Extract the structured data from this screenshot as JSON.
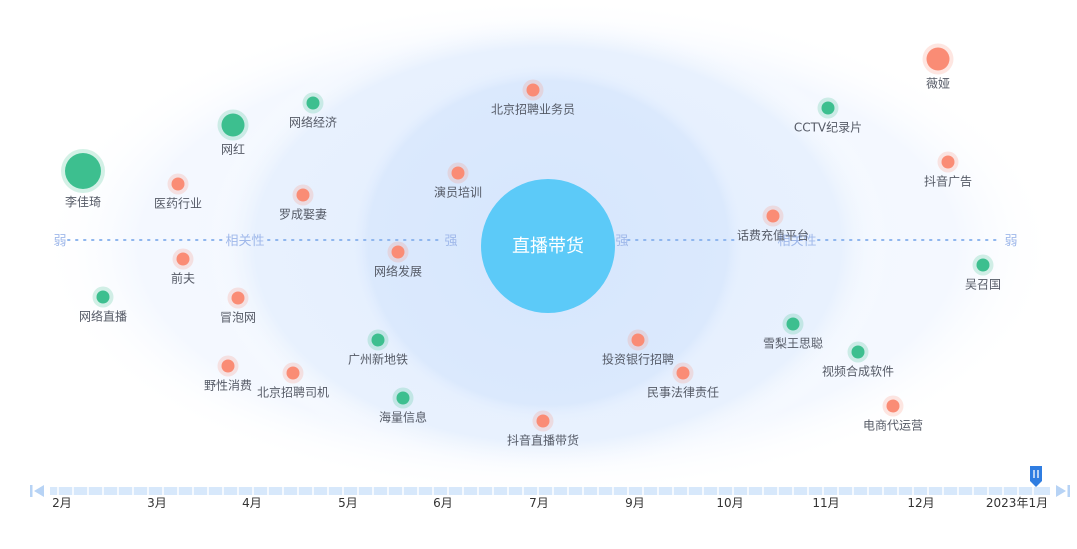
{
  "chart_data": {
    "type": "scatter",
    "center_topic": "直播带货",
    "axis_words": {
      "weak": "弱",
      "strong": "强",
      "relevance": "相关性"
    },
    "colors": {
      "center": "#5ccaf8",
      "green": "#3dbf8f",
      "orange": "#fa8c75",
      "dotted_axis": "#8fb6ee",
      "timeline": "#d7e8fb",
      "thumb": "#2f7de1"
    },
    "timeline": {
      "ticks": [
        "2月",
        "3月",
        "4月",
        "5月",
        "6月",
        "7月",
        "9月",
        "10月",
        "11月",
        "12月",
        "2023年1月"
      ],
      "selected_index": 10
    },
    "keywords": [
      {
        "name": "李佳琦",
        "relevance": -0.93,
        "position": 0.72,
        "size": 3,
        "color": "green"
      },
      {
        "name": "医药行业",
        "relevance": -0.74,
        "position": 0.59,
        "size": 1,
        "color": "orange"
      },
      {
        "name": "网红",
        "relevance": -0.63,
        "position": 1.18,
        "size": 2,
        "color": "green"
      },
      {
        "name": "网络经济",
        "relevance": -0.47,
        "position": 1.4,
        "size": 1,
        "color": "green"
      },
      {
        "name": "罗成娶妻",
        "relevance": -0.49,
        "position": 0.48,
        "size": 1,
        "color": "orange"
      },
      {
        "name": "前夫",
        "relevance": -0.73,
        "position": -0.16,
        "size": 1,
        "color": "orange"
      },
      {
        "name": "网络直播",
        "relevance": -0.89,
        "position": -0.54,
        "size": 1,
        "color": "green"
      },
      {
        "name": "冒泡网",
        "relevance": -0.62,
        "position": -0.55,
        "size": 1,
        "color": "orange"
      },
      {
        "name": "野性消费",
        "relevance": -0.64,
        "position": -1.23,
        "size": 1,
        "color": "orange"
      },
      {
        "name": "北京招聘司机",
        "relevance": -0.51,
        "position": -1.3,
        "size": 1,
        "color": "orange"
      },
      {
        "name": "广州新地铁",
        "relevance": -0.34,
        "position": -0.97,
        "size": 1,
        "color": "green"
      },
      {
        "name": "海量信息",
        "relevance": -0.29,
        "position": -1.55,
        "size": 1,
        "color": "green"
      },
      {
        "name": "网络发展",
        "relevance": -0.3,
        "position": -0.09,
        "size": 1,
        "color": "orange"
      },
      {
        "name": "演员培训",
        "relevance": -0.18,
        "position": 0.7,
        "size": 1,
        "color": "orange"
      },
      {
        "name": "北京招聘业务员",
        "relevance": -0.03,
        "position": 1.53,
        "size": 1,
        "color": "orange"
      },
      {
        "name": "抖音直播带货",
        "relevance": -0.01,
        "position": -1.78,
        "size": 1,
        "color": "orange"
      },
      {
        "name": "投资银行招聘",
        "relevance": 0.18,
        "position": -0.97,
        "size": 1,
        "color": "orange"
      },
      {
        "name": "民事法律责任",
        "relevance": 0.27,
        "position": -1.3,
        "size": 1,
        "color": "orange"
      },
      {
        "name": "话费充值平台",
        "relevance": 0.45,
        "position": 0.27,
        "size": 1,
        "color": "orange"
      },
      {
        "name": "CCTV纪录片",
        "relevance": 0.56,
        "position": 1.35,
        "size": 1,
        "color": "green"
      },
      {
        "name": "雪梨王思聪",
        "relevance": 0.49,
        "position": -0.81,
        "size": 1,
        "color": "green"
      },
      {
        "name": "视频合成软件",
        "relevance": 0.62,
        "position": -1.09,
        "size": 1,
        "color": "green"
      },
      {
        "name": "电商代运营",
        "relevance": 0.69,
        "position": -1.63,
        "size": 1,
        "color": "orange"
      },
      {
        "name": "薇娅",
        "relevance": 0.78,
        "position": 1.84,
        "size": 2,
        "color": "orange"
      },
      {
        "name": "抖音广告",
        "relevance": 0.8,
        "position": 0.81,
        "size": 1,
        "color": "orange"
      },
      {
        "name": "吴召国",
        "relevance": 0.87,
        "position": -0.22,
        "size": 1,
        "color": "green"
      }
    ]
  }
}
